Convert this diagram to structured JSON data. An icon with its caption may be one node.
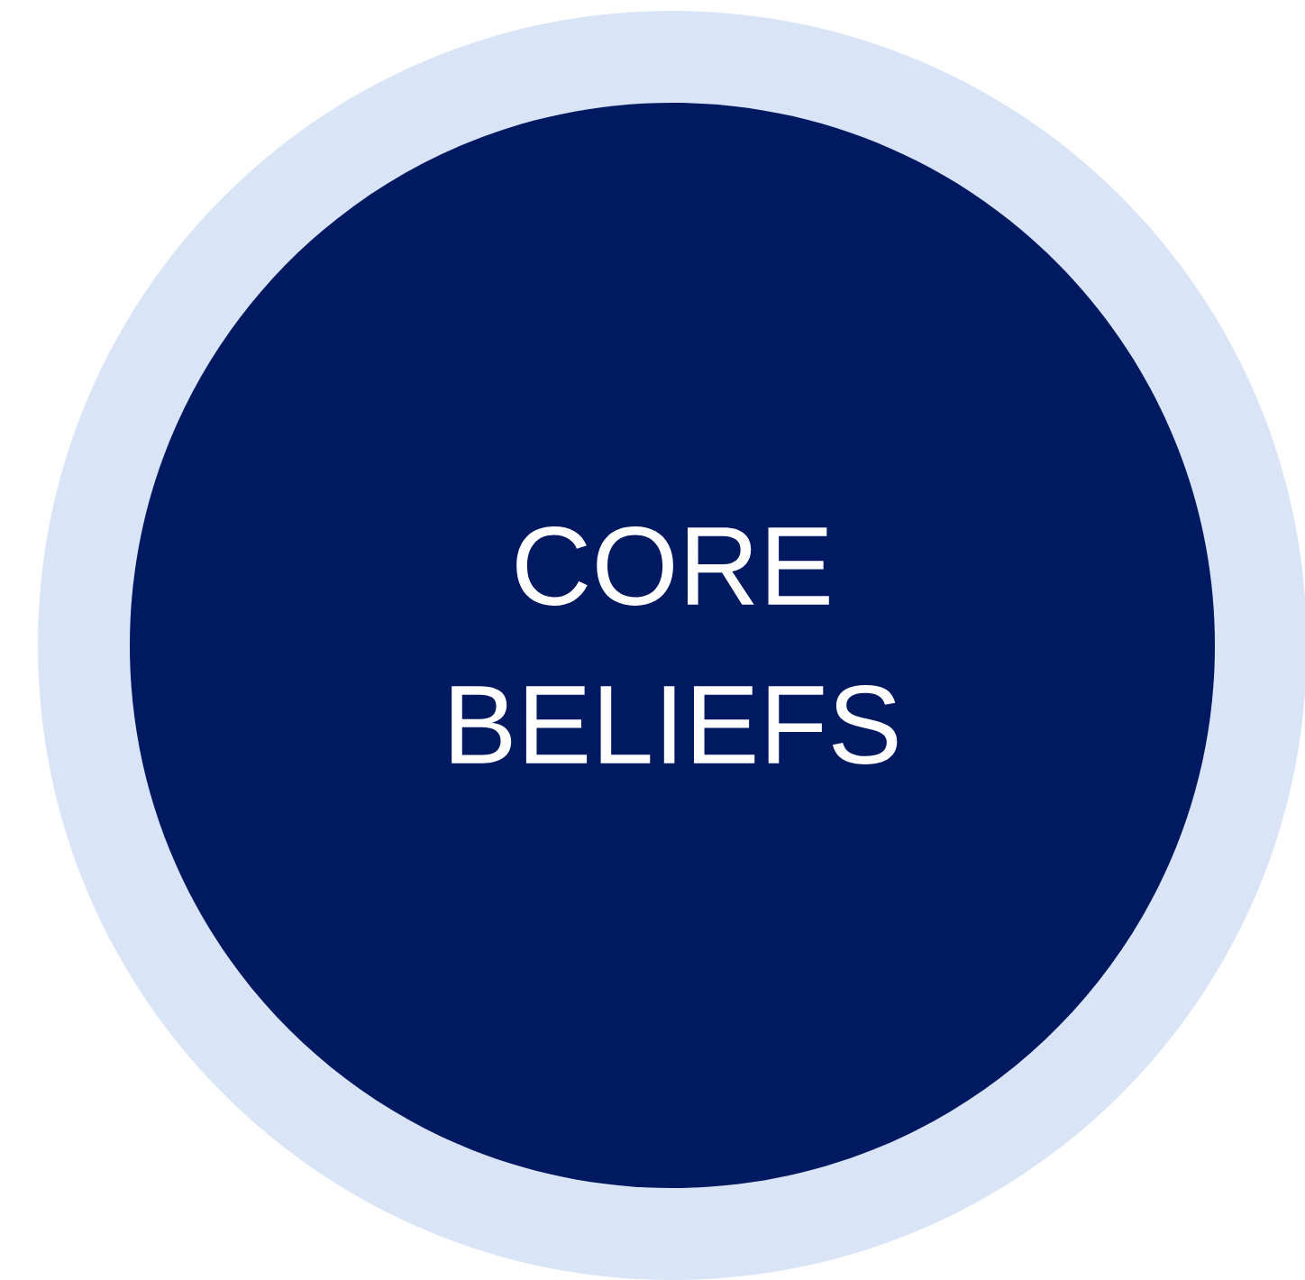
{
  "diagram": {
    "nodes": [
      {
        "text": [],
        "shape": "circle"
      },
      {
        "text": [
          "CORE BELIEFS"
        ],
        "in": 0
      }
    ]
  }
}
